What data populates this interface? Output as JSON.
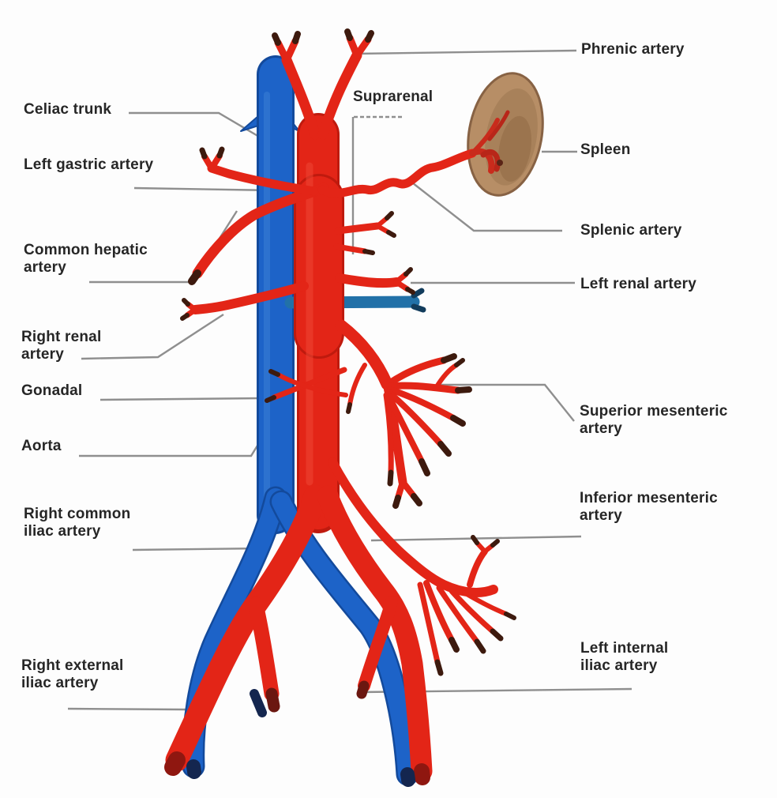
{
  "figure": {
    "type": "anatomical-diagram",
    "subject": "Abdominal aorta, inferior vena cava and major branches with spleen"
  },
  "colors": {
    "artery_red": "#e32517",
    "artery_red_dark": "#bf1a0e",
    "vein_blue": "#1d63c8",
    "vein_blue_dark": "#134a9c",
    "renal_vein_teal": "#2271a8",
    "branch_tip_dark": "#3d1a0e",
    "spleen_tan": "#b78e66",
    "spleen_border": "#876244",
    "leader_gray": "#8f8f8f",
    "label_text": "#262626"
  },
  "labels": {
    "phrenic_artery": "Phrenic artery",
    "celiac_trunk": "Celiac trunk",
    "suprarenal": "Suprarenal",
    "left_gastric_artery": "Left gastric artery",
    "spleen": "Spleen",
    "splenic_artery": "Splenic artery",
    "common_hepatic_artery": "Common hepatic artery",
    "left_renal_artery": "Left renal artery",
    "right_renal_artery": "Right renal artery",
    "gonadal": "Gonadal",
    "superior_mesenteric_artery": "Superior mesenteric artery",
    "aorta": "Aorta",
    "inferior_mesenteric_artery": "Inferior mesenteric artery",
    "right_common_iliac_artery": "Right common iliac artery",
    "left_internal_iliac_artery": "Left internal iliac artery",
    "right_external_iliac_artery": "Right external iliac artery"
  }
}
